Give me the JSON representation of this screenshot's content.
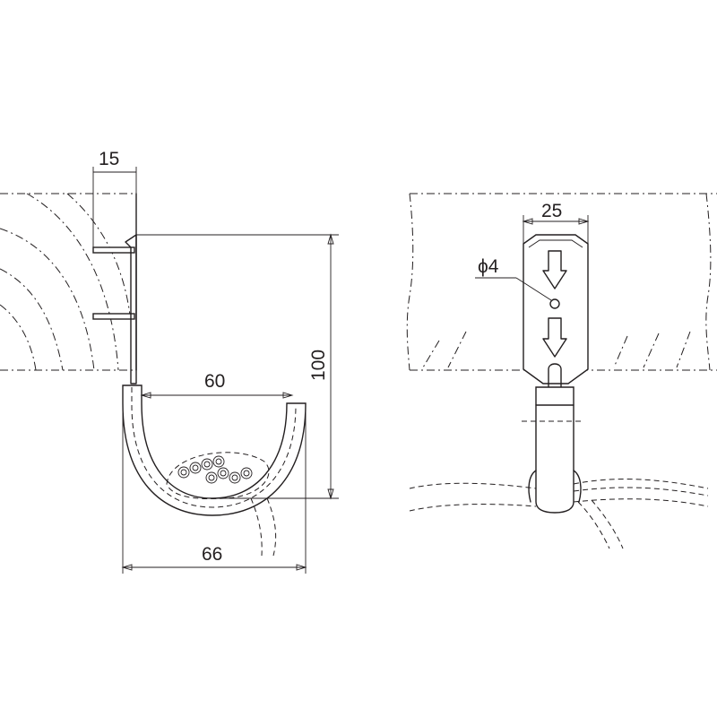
{
  "dimensions": {
    "hook_depth": "15",
    "inner_width": "60",
    "height": "100",
    "outer_width": "66",
    "plate_width": "25",
    "hole_diameter": "ϕ4"
  },
  "colors": {
    "line": "#231f20",
    "background": "#ffffff"
  }
}
